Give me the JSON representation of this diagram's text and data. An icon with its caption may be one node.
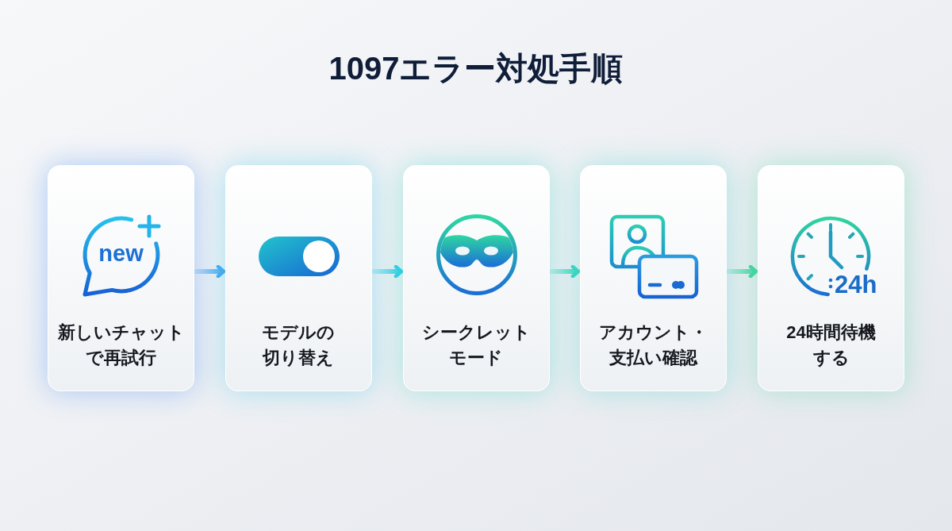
{
  "diagram": {
    "title": "1097エラー対処手順",
    "nodes": [
      {
        "text": [
          "新しいチャットで再試行"
        ]
      },
      {
        "text": [
          "モデルの切り替え"
        ]
      },
      {
        "text": [
          "シークレットモード"
        ]
      },
      {
        "text": [
          "アカウント・支払い確認"
        ]
      },
      {
        "text": [
          "24時間待機する"
        ]
      }
    ],
    "edges": [
      {
        "from": 0,
        "to": 1,
        "arrow": "to",
        "color": "#45a9f2"
      },
      {
        "from": 1,
        "to": 2,
        "arrow": "to",
        "color": "#2fcfe6"
      },
      {
        "from": 2,
        "to": 3,
        "arrow": "to",
        "color": "#3ad6bf"
      },
      {
        "from": 3,
        "to": 4,
        "arrow": "to",
        "color": "#44d6a3"
      }
    ],
    "labels": [
      "new",
      "24h"
    ]
  }
}
